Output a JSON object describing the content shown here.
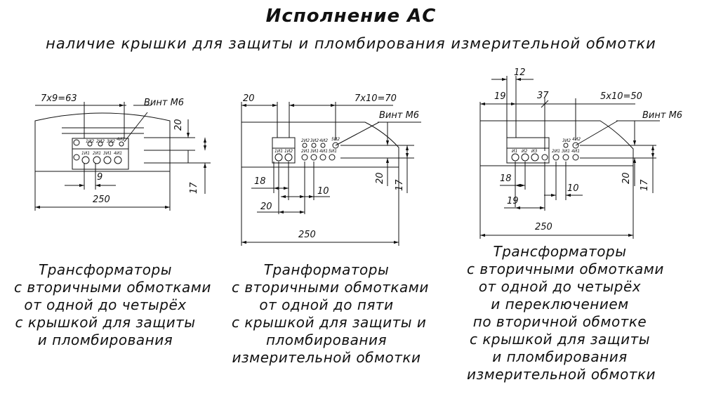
{
  "header": {
    "title": "Исполнение АС",
    "subtitle": "наличие крышки для защиты и пломбирования измерительной обмотки"
  },
  "diagrams": [
    {
      "dims": {
        "pitch_total": "7x9=63",
        "screw": "Винт М6",
        "h20": "20",
        "h17": "17",
        "pitch": "9",
        "width": "250"
      },
      "terminals_top": [
        "1И2",
        "2И2",
        "3И2",
        "4И2"
      ],
      "terminals_bottom": [
        "1И1",
        "2И1",
        "3И1",
        "4И1"
      ],
      "caption": [
        "Трансформаторы",
        "с вторичными обмотками",
        "от одной до четырёх",
        "с крышкой для защиты",
        "и пломбирования"
      ]
    },
    {
      "dims": {
        "left": "20",
        "pitch_total": "7x10=70",
        "screw": "Винт М6",
        "d18": "18",
        "d10": "10",
        "d20": "20",
        "h20": "20",
        "h17": "17",
        "width": "250"
      },
      "terminals_top": [
        "2И2",
        "3И2",
        "4И2",
        "5И2"
      ],
      "terminals_bottom": [
        "1И1",
        "1И2",
        "2И1",
        "3И1",
        "4И1",
        "5И1"
      ],
      "caption": [
        "Транформаторы",
        "с вторичными обмотками",
        "от одной до пяти",
        "с крышкой для защиты и",
        "пломбирования",
        "измерительной обмотки"
      ]
    },
    {
      "dims": {
        "d12": "12",
        "d19": "19",
        "d37": "37",
        "pitch_total": "5x10=50",
        "screw": "Винт М6",
        "d18": "18",
        "d19b": "19",
        "d10": "10",
        "h20": "20",
        "h17": "17",
        "width": "250"
      },
      "terminals_top": [
        "3И2",
        "4И2"
      ],
      "terminals_bottom": [
        "И1",
        "И2",
        "И3",
        "2И1",
        "3И1",
        "4И1"
      ],
      "caption": [
        "Трансформаторы",
        "с вторичными обмотками",
        "от одной до четырёх",
        "и переключением",
        "по вторичной обмотке",
        "с крышкой для защиты",
        "и пломбирования",
        "измерительной обмотки"
      ]
    }
  ]
}
